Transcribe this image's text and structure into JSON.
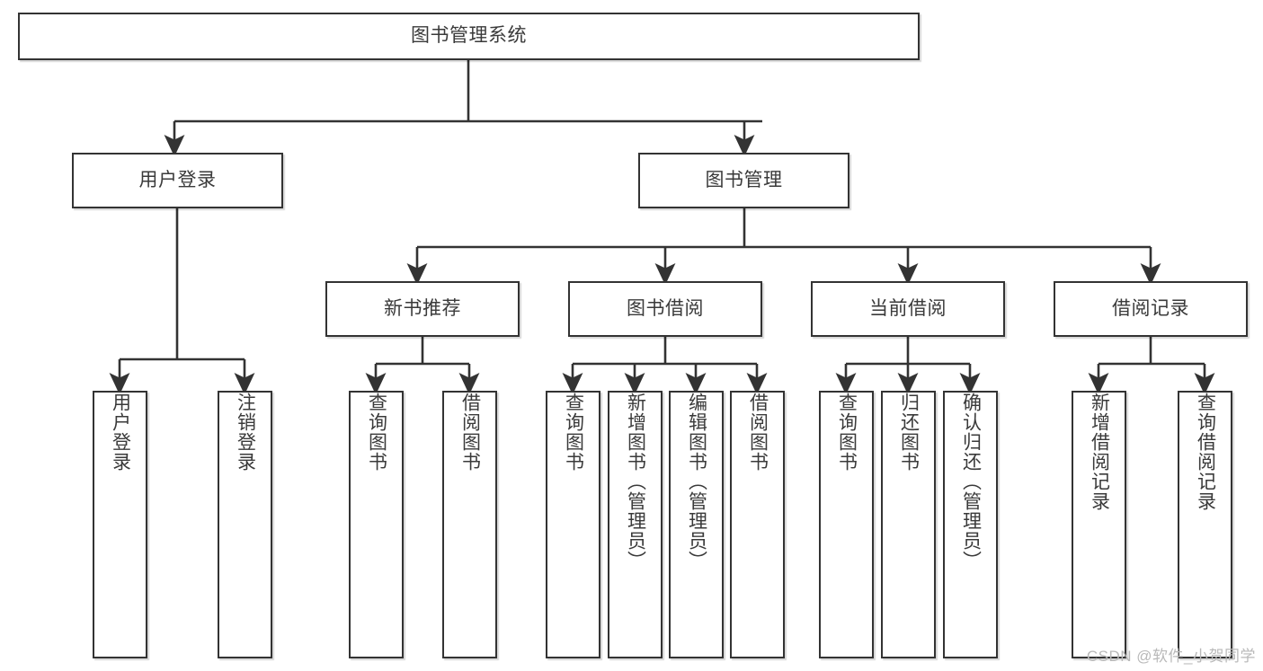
{
  "diagram": {
    "type": "tree",
    "title_node": {
      "id": "root",
      "label": "图书管理系统"
    },
    "level2": [
      {
        "id": "login",
        "label": "用户登录"
      },
      {
        "id": "bookmgmt",
        "label": "图书管理"
      }
    ],
    "level3": [
      {
        "id": "newbook",
        "label": "新书推荐"
      },
      {
        "id": "borrow",
        "label": "图书借阅"
      },
      {
        "id": "current",
        "label": "当前借阅"
      },
      {
        "id": "record",
        "label": "借阅记录"
      }
    ],
    "leaves": {
      "login": [
        {
          "id": "leaf-user-login",
          "label": "用户登录"
        },
        {
          "id": "leaf-user-logout",
          "label": "注销登录"
        }
      ],
      "newbook": [
        {
          "id": "leaf-query-book-1",
          "label": "查询图书"
        },
        {
          "id": "leaf-borrow-book-1",
          "label": "借阅图书"
        }
      ],
      "borrow": [
        {
          "id": "leaf-query-book-2",
          "label": "查询图书"
        },
        {
          "id": "leaf-add-book",
          "label": "新增图书（管理员）"
        },
        {
          "id": "leaf-edit-book",
          "label": "编辑图书（管理员）"
        },
        {
          "id": "leaf-borrow-book-2",
          "label": "借阅图书"
        }
      ],
      "current": [
        {
          "id": "leaf-query-book-3",
          "label": "查询图书"
        },
        {
          "id": "leaf-return-book",
          "label": "归还图书"
        },
        {
          "id": "leaf-confirm-return",
          "label": "确认归还（管理员）"
        }
      ],
      "record": [
        {
          "id": "leaf-add-record",
          "label": "新增借阅记录"
        },
        {
          "id": "leaf-query-record",
          "label": "查询借阅记录"
        }
      ]
    },
    "colors": {
      "border": "#333333",
      "text": "#3a3a3a",
      "background": "#ffffff",
      "watermark": "#b9b9b9"
    }
  },
  "watermark": {
    "text": "CSDN @软件_小贺同学"
  }
}
